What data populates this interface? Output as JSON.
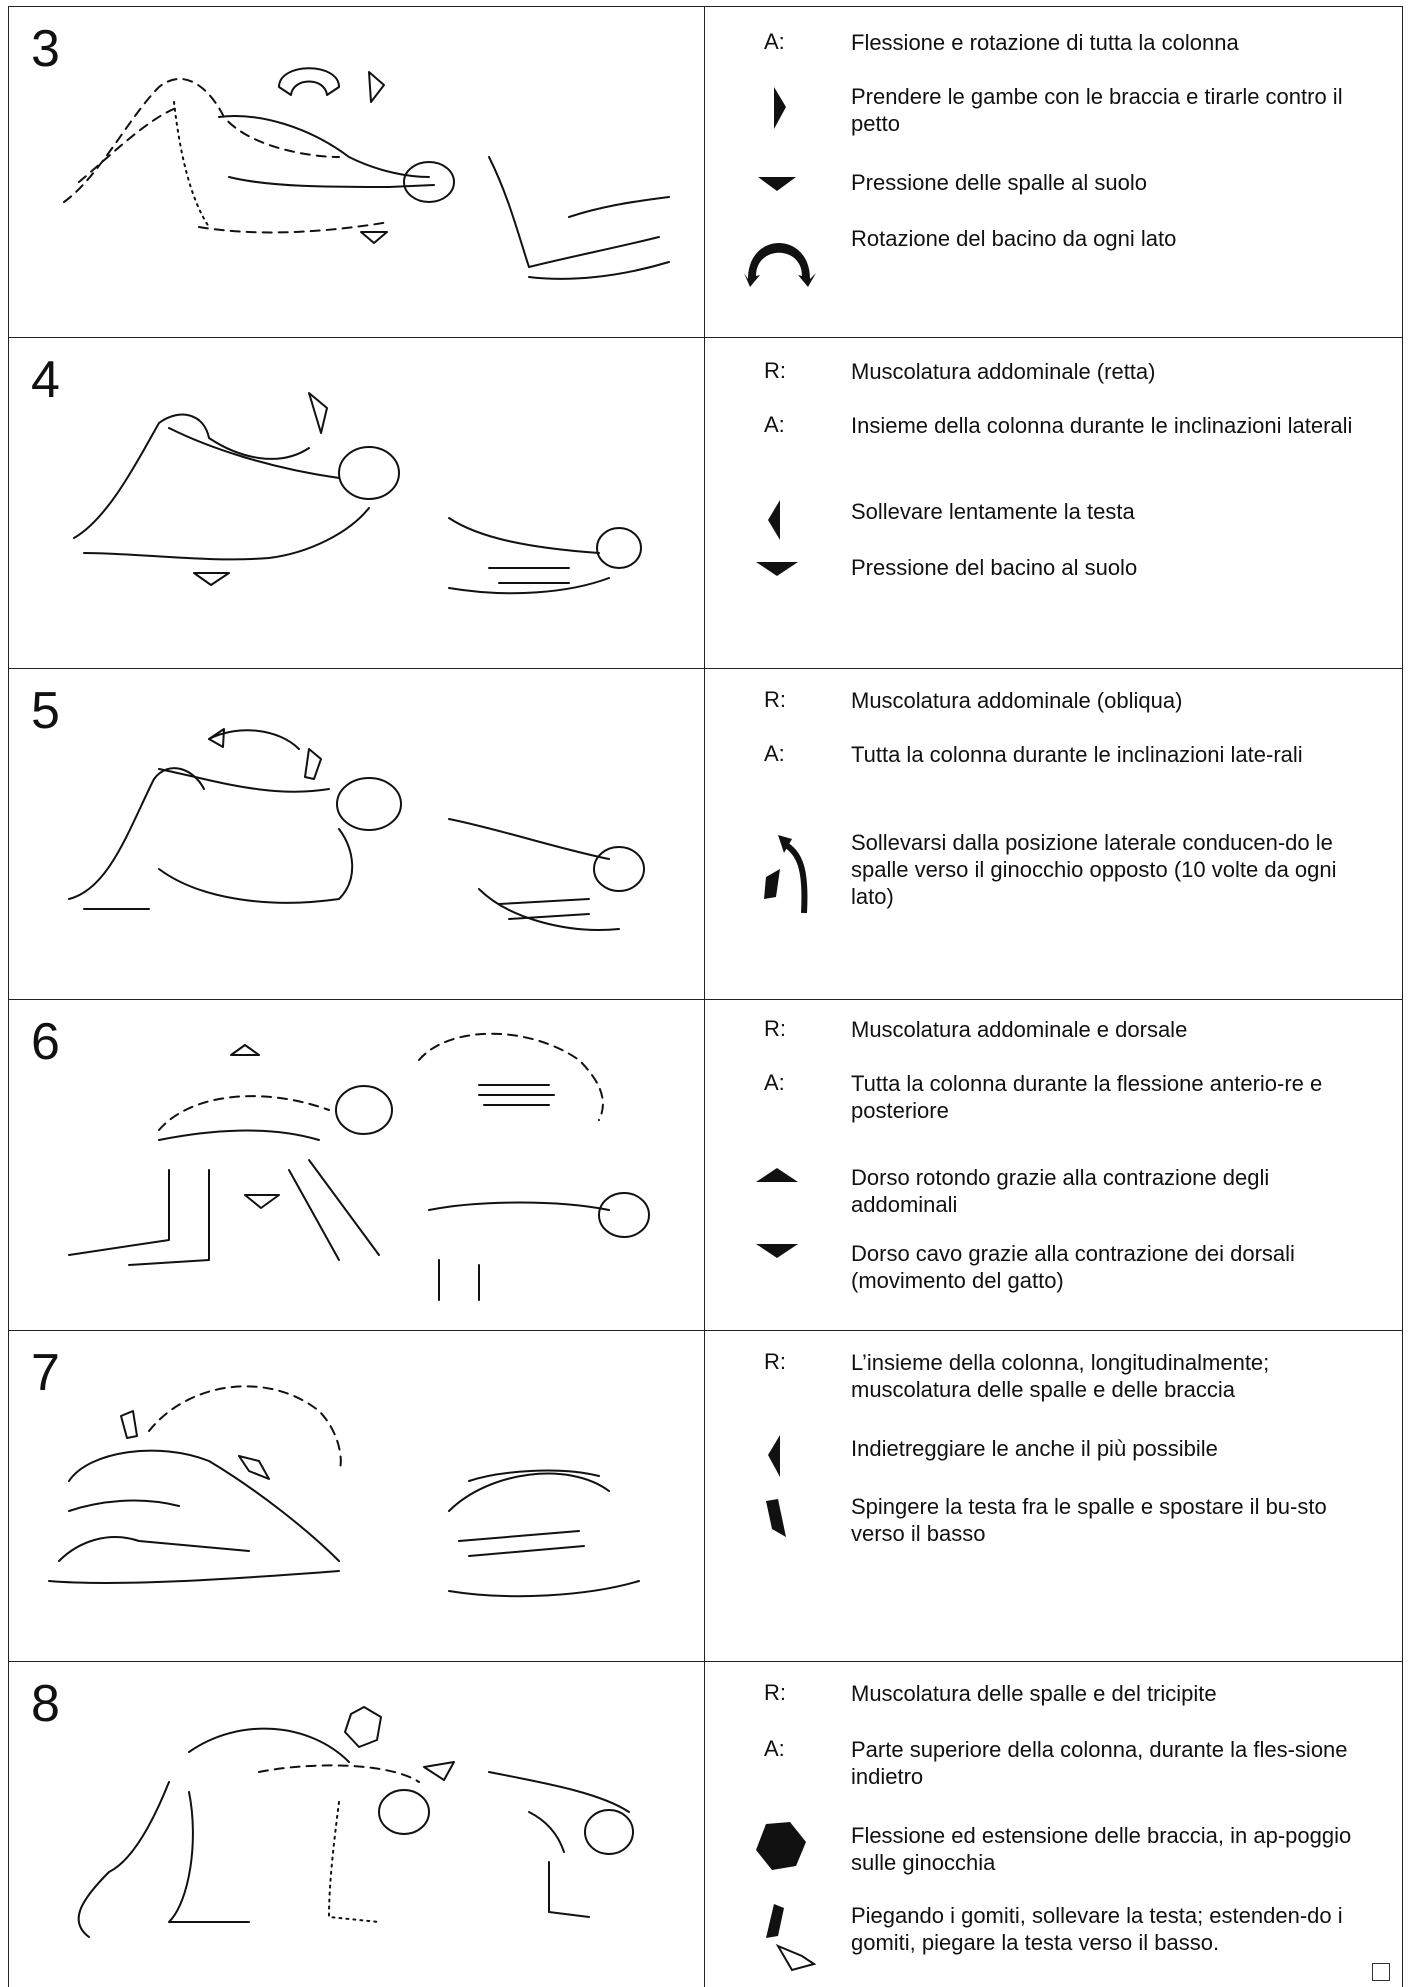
{
  "rows": [
    {
      "number": "3",
      "items": [
        {
          "code": "A:",
          "symbol": "",
          "text": "Flessione e rotazione di tutta la colonna"
        },
        {
          "code": "",
          "symbol": "arrow-right-icon",
          "text": "Prendere le gambe con le braccia e tirarle contro il petto"
        },
        {
          "code": "",
          "symbol": "arrow-down-icon",
          "text": "Pressione delle spalle al suolo"
        },
        {
          "code": "",
          "symbol": "rotation-arc-icon",
          "text": "Rotazione del bacino da ogni lato"
        }
      ]
    },
    {
      "number": "4",
      "items": [
        {
          "code": "R:",
          "symbol": "",
          "text": "Muscolatura addominale (retta)"
        },
        {
          "code": "A:",
          "symbol": "",
          "text": "Insieme della colonna durante le inclinazioni laterali"
        },
        {
          "code": "",
          "symbol": "arrow-left-icon",
          "text": "Sollevare lentamente la testa"
        },
        {
          "code": "",
          "symbol": "arrow-down-icon",
          "text": "Pressione del bacino al suolo"
        }
      ]
    },
    {
      "number": "5",
      "items": [
        {
          "code": "R:",
          "symbol": "",
          "text": "Muscolatura addominale (obliqua)"
        },
        {
          "code": "A:",
          "symbol": "",
          "text": "Tutta la colonna durante le inclinazioni late-rali"
        },
        {
          "code": "",
          "symbol": "curved-lift-arrow-icon",
          "text": "Sollevarsi dalla posizione laterale conducen-do le spalle verso il ginocchio opposto (10 volte da ogni lato)"
        }
      ]
    },
    {
      "number": "6",
      "items": [
        {
          "code": "R:",
          "symbol": "",
          "text": "Muscolatura addominale e dorsale"
        },
        {
          "code": "A:",
          "symbol": "",
          "text": "Tutta la colonna durante la flessione anterio-re e posteriore"
        },
        {
          "code": "",
          "symbol": "arrow-up-icon",
          "text": "Dorso rotondo grazie alla contrazione degli addominali"
        },
        {
          "code": "",
          "symbol": "arrow-down-icon",
          "text": "Dorso cavo grazie alla contrazione dei dorsali (movimento del gatto)"
        }
      ]
    },
    {
      "number": "7",
      "items": [
        {
          "code": "R:",
          "symbol": "",
          "text": "L’insieme della colonna, longitudinalmente; muscolatura delle spalle e delle braccia"
        },
        {
          "code": "",
          "symbol": "arrow-left-icon",
          "text": "Indietreggiare le anche il più possibile"
        },
        {
          "code": "",
          "symbol": "arrow-down-left-icon",
          "text": "Spingere la testa fra le spalle e spostare il bu-sto verso il basso"
        }
      ]
    },
    {
      "number": "8",
      "items": [
        {
          "code": "R:",
          "symbol": "",
          "text": "Muscolatura delle spalle e del tricipite"
        },
        {
          "code": "A:",
          "symbol": "",
          "text": "Parte superiore della colonna, durante la fles-sione indietro"
        },
        {
          "code": "",
          "symbol": "double-arrow-icon",
          "text": "Flessione ed estensione delle braccia, in ap-poggio sulle ginocchia"
        },
        {
          "code": "",
          "symbol": "head-lift-arrows-icon",
          "text": "Piegando i gomiti, sollevare la testa; estenden-do i gomiti, piegare la testa verso il basso."
        }
      ]
    }
  ]
}
